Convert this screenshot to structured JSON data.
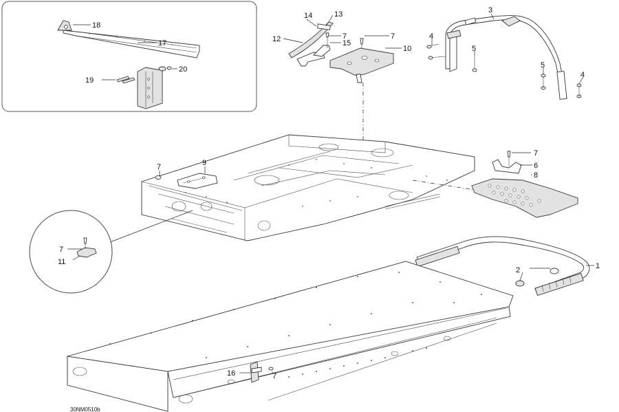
{
  "diagram": {
    "drawing_code": "30NM0510b",
    "callouts": {
      "c1": "1",
      "c2": "2",
      "c3": "3",
      "c4a": "4",
      "c4b": "4",
      "c5a": "5",
      "c5b": "5",
      "c6": "6",
      "c7a": "7",
      "c7b": "7",
      "c7c": "7",
      "c7d": "7",
      "c7e": "7",
      "c7f": "7",
      "c8": "8",
      "c9": "9",
      "c10": "10",
      "c11": "11",
      "c12": "12",
      "c13": "13",
      "c14": "14",
      "c15": "15",
      "c16": "16",
      "c17": "17",
      "c18": "18",
      "c19": "19",
      "c20": "20"
    },
    "colors": {
      "line": "#333333",
      "part_fill": "#ffffff",
      "shade": "#e2e2e2"
    }
  }
}
